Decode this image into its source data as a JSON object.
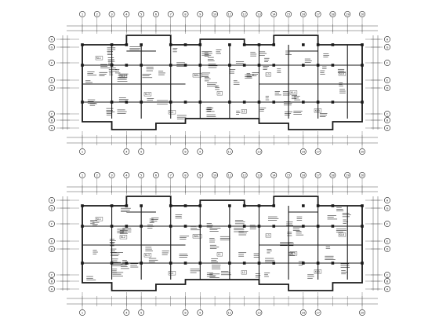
{
  "drawing": {
    "plans": [
      {
        "id": "upper",
        "axes_top": [
          "1",
          "2",
          "3",
          "4",
          "5",
          "6",
          "7",
          "8",
          "9",
          "10",
          "11",
          "12",
          "13",
          "14",
          "15",
          "16",
          "17",
          "18",
          "19",
          "20"
        ],
        "axes_bottom": [
          "1",
          "4",
          "5",
          "8",
          "9",
          "11",
          "13",
          "16",
          "17",
          "20"
        ],
        "axes_left": [
          "H",
          "G",
          "F",
          "E",
          "D",
          "C",
          "B",
          "A"
        ],
        "axes_right": [
          "H",
          "G",
          "F",
          "E",
          "D",
          "C",
          "B",
          "A"
        ],
        "room_tags": [
          "KL1",
          "KL2",
          "KL3",
          "LL1",
          "WKL1",
          "L1",
          "L2",
          "L3",
          "KL4",
          "KL5",
          "KL6"
        ]
      },
      {
        "id": "lower",
        "axes_top": [
          "1",
          "2",
          "3",
          "4",
          "5",
          "6",
          "7",
          "8",
          "9",
          "10",
          "11",
          "12",
          "13",
          "14",
          "15",
          "16",
          "17",
          "18",
          "19",
          "20"
        ],
        "axes_bottom": [
          "1",
          "4",
          "5",
          "8",
          "9",
          "11",
          "13",
          "16",
          "17",
          "20"
        ],
        "axes_left": [
          "H",
          "G",
          "F",
          "E",
          "D",
          "C",
          "B",
          "A"
        ],
        "axes_right": [
          "H",
          "G",
          "F",
          "E",
          "D",
          "C",
          "B",
          "A"
        ],
        "room_tags": [
          "KL1",
          "KL2",
          "KL3",
          "LL1",
          "WKL1",
          "L1",
          "L2",
          "L3",
          "KL4",
          "KL5",
          "KL6"
        ]
      }
    ],
    "colors": {
      "ink": "#1a1a1a",
      "grid": "#555555",
      "paper": "#ffffff"
    }
  }
}
